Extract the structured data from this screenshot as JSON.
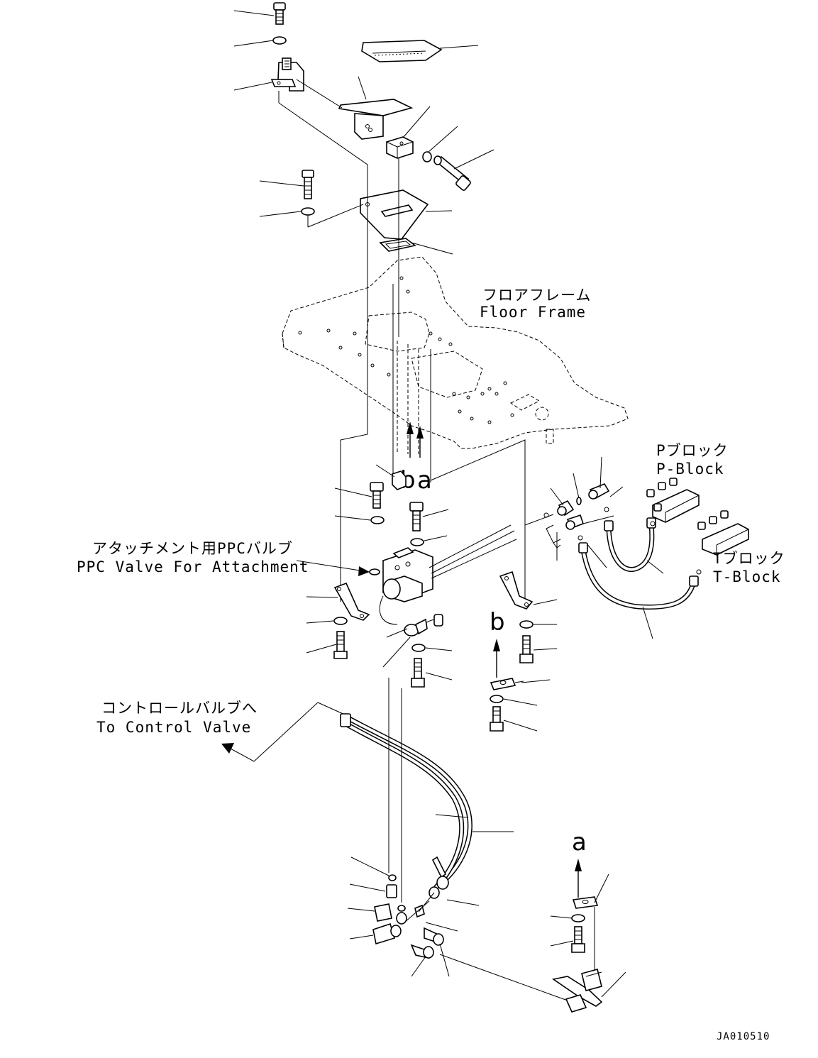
{
  "labels": {
    "floor_frame_jp": "フロアフレーム",
    "floor_frame_en": "Floor Frame",
    "p_block_jp": "Pブロック",
    "p_block_en": "P-Block",
    "t_block_jp": "Tブロック",
    "t_block_en": "T-Block",
    "ppc_valve_jp": "アタッチメント用PPCバルブ",
    "ppc_valve_en": "PPC Valve For Attachment",
    "control_valve_jp": "コントロールバルブへ",
    "control_valve_en": "To Control Valve"
  },
  "view_markers": {
    "b_top": "b",
    "a_top": "a",
    "b_mid": "b",
    "a_bottom": "a"
  },
  "drawing_code": "JA010510"
}
